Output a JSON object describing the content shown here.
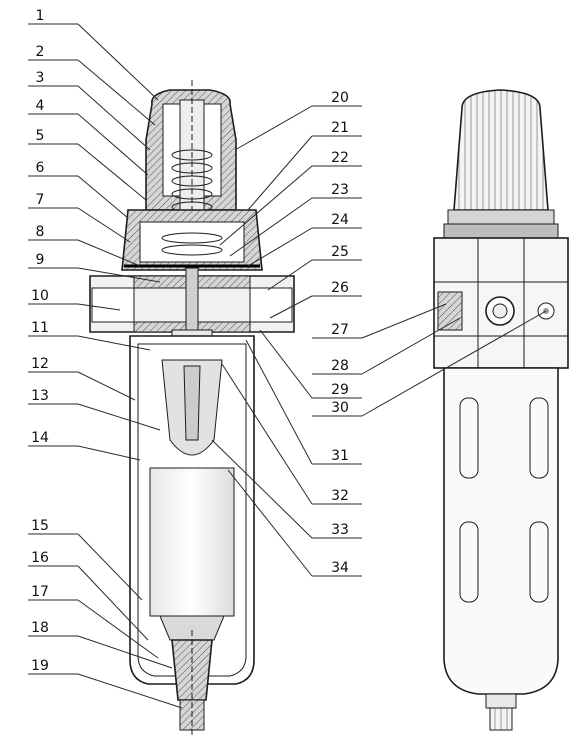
{
  "callouts_left": [
    {
      "label": "1"
    },
    {
      "label": "2"
    },
    {
      "label": "3"
    },
    {
      "label": "4"
    },
    {
      "label": "5"
    },
    {
      "label": "6"
    },
    {
      "label": "7"
    },
    {
      "label": "8"
    },
    {
      "label": "9"
    },
    {
      "label": "10"
    },
    {
      "label": "11"
    },
    {
      "label": "12"
    },
    {
      "label": "13"
    },
    {
      "label": "14"
    },
    {
      "label": "15"
    },
    {
      "label": "16"
    },
    {
      "label": "17"
    },
    {
      "label": "18"
    },
    {
      "label": "19"
    }
  ],
  "callouts_mid": [
    {
      "label": "20"
    },
    {
      "label": "21"
    },
    {
      "label": "22"
    },
    {
      "label": "23"
    },
    {
      "label": "24"
    },
    {
      "label": "25"
    },
    {
      "label": "26"
    },
    {
      "label": "29"
    },
    {
      "label": "31"
    },
    {
      "label": "32"
    },
    {
      "label": "33"
    },
    {
      "label": "34"
    }
  ],
  "callouts_right": [
    {
      "label": "27"
    },
    {
      "label": "28"
    },
    {
      "label": "30"
    }
  ],
  "colors": {
    "line": "#1c1c1c",
    "section_fill": "#d8d8d8",
    "background": "#ffffff"
  }
}
